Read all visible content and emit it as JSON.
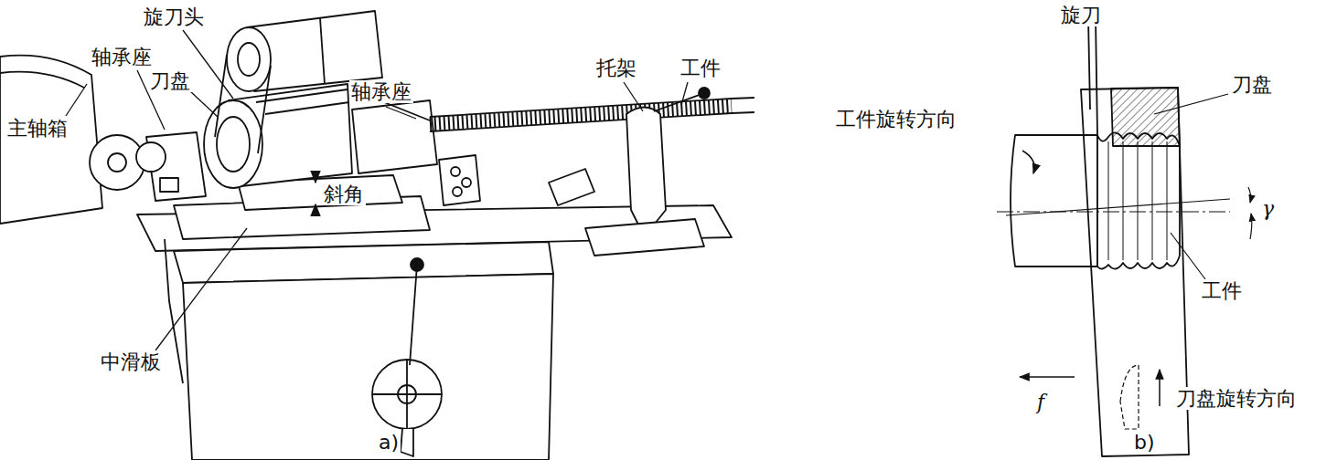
{
  "diagram": {
    "labels": [
      "旋刀头",
      "轴承座",
      "刀盘",
      "主轴箱",
      "斜角",
      "中滑板",
      "轴承座",
      "托架",
      "工件",
      "a)",
      "旋刀",
      "刀盘",
      "工件旋转方向",
      "γ",
      "工件",
      "f",
      "刀盘旋转方向",
      "b)"
    ]
  }
}
